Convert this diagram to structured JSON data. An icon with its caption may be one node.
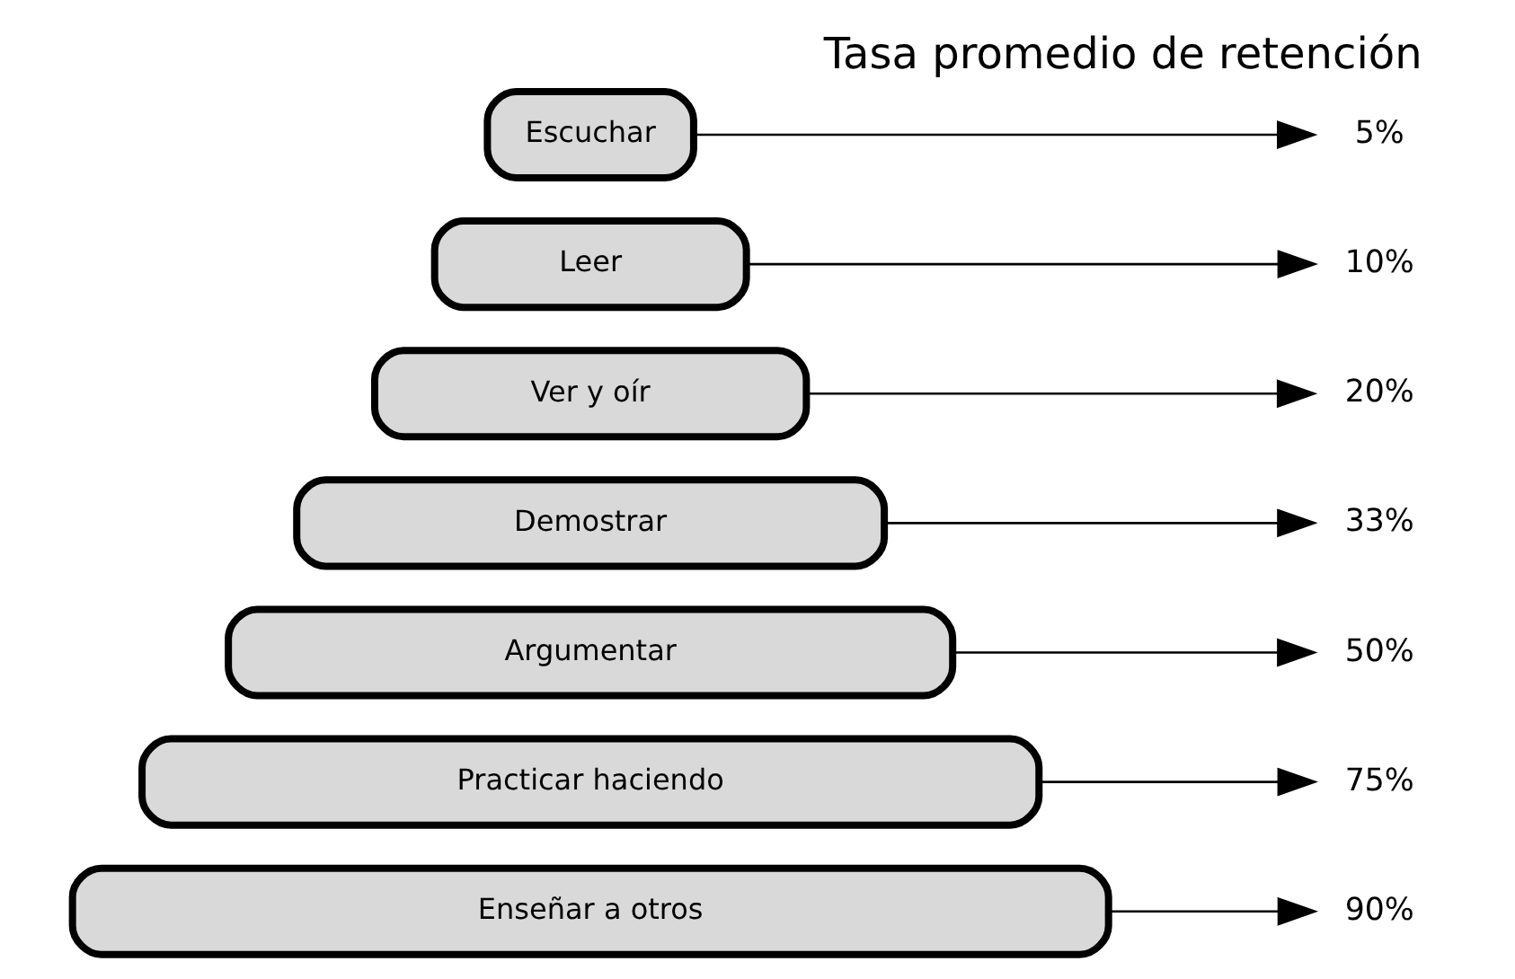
{
  "diagram": {
    "title": "Tasa promedio de retención",
    "nodes": [
      {
        "text": [
          "Escuchar"
        ]
      },
      {
        "text": [
          "Leer"
        ]
      },
      {
        "text": [
          "Ver y oír"
        ]
      },
      {
        "text": [
          "Demostrar"
        ]
      },
      {
        "text": [
          "Argumentar"
        ]
      },
      {
        "text": [
          "Practicar haciendo"
        ]
      },
      {
        "text": [
          "Enseñar a otros"
        ]
      },
      {
        "text": [
          "5%"
        ]
      },
      {
        "text": [
          "10%"
        ]
      },
      {
        "text": [
          "20%"
        ]
      },
      {
        "text": [
          "33%"
        ]
      },
      {
        "text": [
          "50%"
        ]
      },
      {
        "text": [
          "75%"
        ]
      },
      {
        "text": [
          "90%"
        ]
      }
    ],
    "edges": [
      {
        "from": 0,
        "to": 7,
        "arrow": "to"
      },
      {
        "from": 1,
        "to": 8,
        "arrow": "to"
      },
      {
        "from": 2,
        "to": 9,
        "arrow": "to"
      },
      {
        "from": 3,
        "to": 10,
        "arrow": "to"
      },
      {
        "from": 4,
        "to": 11,
        "arrow": "to"
      },
      {
        "from": 5,
        "to": 12,
        "arrow": "to"
      },
      {
        "from": 6,
        "to": 13,
        "arrow": "to"
      }
    ]
  }
}
